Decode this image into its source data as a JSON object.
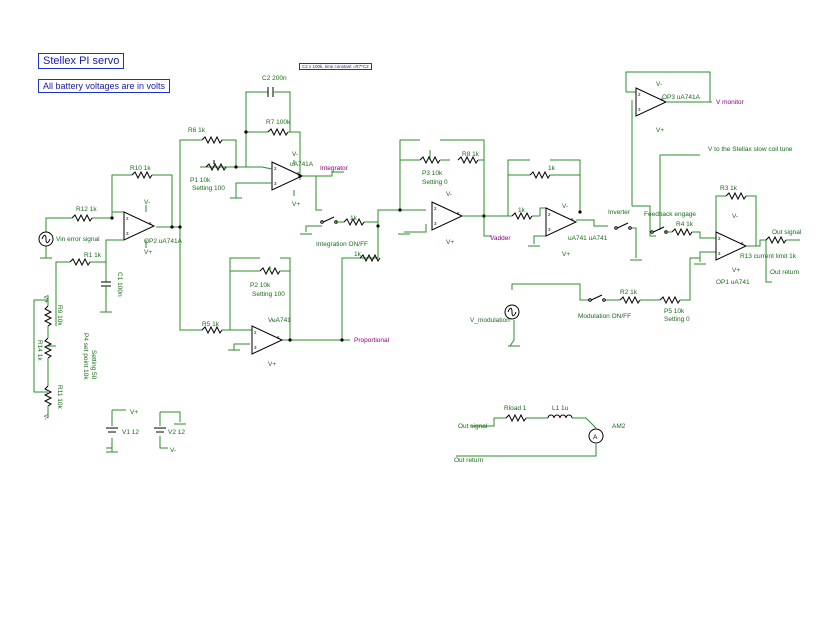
{
  "notes": {
    "title": "Stellex PI servo",
    "battery": "All battery voltages are in volts",
    "c2_note": "C2 x 100k, time constant =R7*C2"
  },
  "labels": {
    "r12": "R12 1k",
    "r10": "R10 1k",
    "r1": "R1 1k",
    "c1": "C1 100n",
    "op2": "OP2 uA741A",
    "op2_vm": "V-",
    "op2_vp": "V+",
    "vin": "Vin error signal",
    "r9": "R9 10k",
    "r14": "R14 1k",
    "r11": "R11 10k",
    "p4": "P4 set point 10k",
    "p4_set": "Setting 50",
    "r6": "R6 1k",
    "p1": "P1 10k",
    "p1_set": "Setting 100",
    "c2": "C2 200n",
    "r7": "R7 100k",
    "opi": "uA741A",
    "opi_vm": "V-",
    "opi_vp": "V+",
    "integrator": "Integrator",
    "r5": "R5 1k",
    "p2": "P2 10k",
    "p2_set": "Setting 100",
    "opp": "uA741",
    "opp_vm": "V-",
    "opp_vp": "V+",
    "proportional": "Proportional",
    "integ_sw": "Integration ON/FF",
    "r_a": "1k",
    "r_b": "1k",
    "p3": "P3 10k",
    "p3_set": "Setting 0",
    "r8": "R8 1k",
    "ops": "V-",
    "ops_vp": "V+",
    "vadder": "Vadder",
    "r_inv_in": "1k",
    "r_inv_fb": "1k",
    "opinv": "uA741 uA741",
    "opinv_vm": "V-",
    "opinv_vp": "V+",
    "inverter": "Inverter",
    "op3": "OP3 uA741A",
    "op3_vm": "V-",
    "op3_vp": "V+",
    "vmon": "V monitor",
    "vstell": "V to the Stellax slow coil tune",
    "fb_engage": "Feedback engage",
    "r3": "R3 1k",
    "r4": "R4 1k",
    "op1": "OP1 uA741",
    "op1_vm": "V-",
    "op1_vp": "V+",
    "r13": "R13 current limit 1k",
    "out_signal": "Out signal",
    "out_return": "Out return",
    "vmod": "V_modulation",
    "mod_sw": "Modulation ON/FF",
    "r2": "R2 1k",
    "p5": "P5 10k",
    "p5_set": "Setting 0",
    "v1": "V1 12",
    "v2": "V2 12",
    "v1_vp": "V+",
    "v2_vm": "V-",
    "vplus_top": "V+",
    "vminus_bot": "V-",
    "load_out_signal": "Out signal",
    "load_out_return": "Out return",
    "rload": "Rload 1",
    "l1": "L1 1u",
    "am2": "AM2",
    "ammeter": "A"
  }
}
